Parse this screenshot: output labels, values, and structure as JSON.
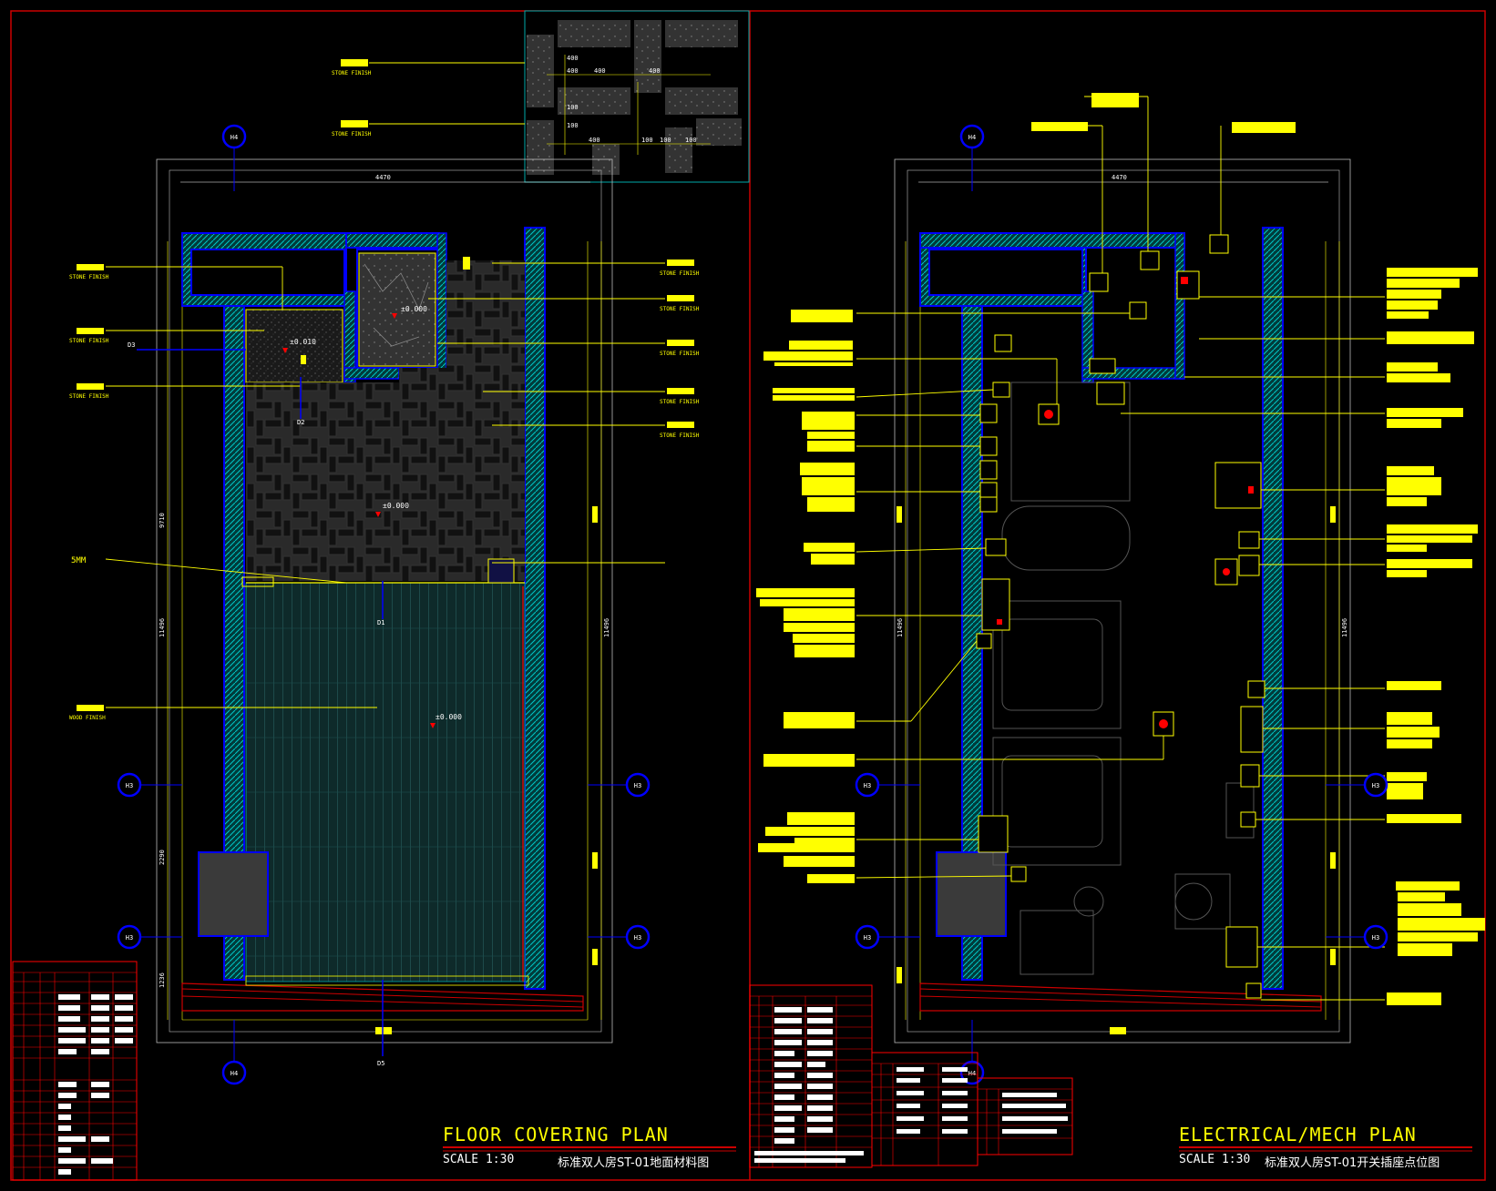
{
  "left_plan": {
    "title": "FLOOR COVERING PLAN",
    "scale": "SCALE 1:30",
    "subtitle_cn": "标准双人房ST-01地面材料图",
    "grid": {
      "top": "H4",
      "left_a": "H3",
      "left_b": "H3",
      "right_a": "H3",
      "right_b": "H3",
      "bottom": "H4"
    },
    "dims": {
      "overall_width": "4470",
      "v1": "9710",
      "v2": "11496",
      "v3": "2290",
      "v4": "1236"
    },
    "levels": [
      "±0.010",
      "±0.000",
      "±0.000",
      "±0.000"
    ],
    "callouts_left": [
      {
        "code": "ST 08",
        "text": "STONE FINISH"
      },
      {
        "code": "ST 08a",
        "text": "STONE FINISH"
      },
      {
        "code": "ST 08",
        "text": "STONE FINISH"
      },
      {
        "code": "WD 02",
        "text": "WOOD FINISH"
      }
    ],
    "callouts_right": [
      {
        "code": "ST 06",
        "text": "STONE FINISH"
      },
      {
        "code": "ST 05",
        "text": "STONE FINISH"
      },
      {
        "code": "ST 05",
        "text": "STONE FINISH"
      },
      {
        "code": "ST 05",
        "text": "STONE FINISH"
      },
      {
        "code": "ST 05",
        "text": "STONE FINISH"
      }
    ],
    "top_callouts": [
      {
        "code": "MT 08",
        "text": "STONE FINISH"
      },
      {
        "code": "ST 08",
        "text": "STONE FINISH"
      }
    ],
    "note_5mm": "5MM",
    "detail_dims": [
      "400",
      "400",
      "400",
      "400",
      "400",
      "100",
      "100",
      "100",
      "100",
      "100"
    ],
    "section_tags": [
      "D3",
      "D2",
      "D1",
      "D5"
    ]
  },
  "right_plan": {
    "title": "ELECTRICAL/MECH PLAN",
    "scale": "SCALE 1:30",
    "subtitle_cn": "标准双人房ST-01开关插座点位图",
    "grid": {
      "top": "H4",
      "left_a": "H3",
      "left_b": "H3",
      "right_a": "H3",
      "right_b": "H3",
      "bottom": "H4"
    },
    "dims": {
      "overall_width": "4470",
      "v1": "11496",
      "v2": "11496"
    }
  },
  "colors": {
    "background": "#000000",
    "frame": "#cc0000",
    "wall": "#0000ff",
    "wall_hatch": "#00cccc",
    "annotation": "#ffff00",
    "dimension": "#ffffff",
    "detail_frame": "#00aaaa",
    "accent_red": "#ff0000"
  }
}
